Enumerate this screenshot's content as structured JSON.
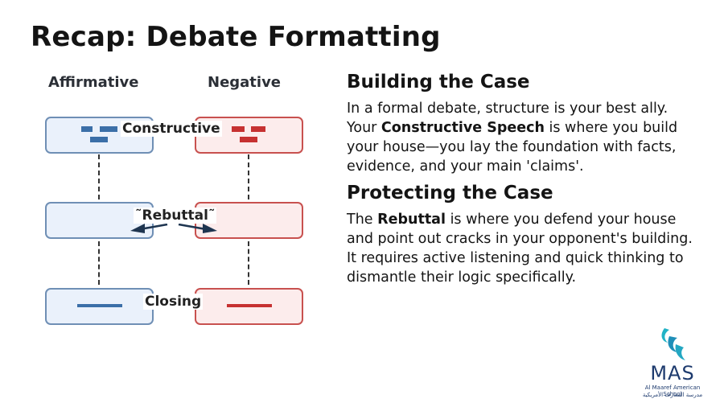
{
  "title": "Recap: Debate Formatting",
  "diagram": {
    "affirmative_label": "Affirmative",
    "negative_label": "Negative",
    "stages": [
      {
        "label": "Constructive"
      },
      {
        "label": "Rebuttal"
      },
      {
        "label": "Closing"
      }
    ],
    "colors": {
      "affirmative": "#3b6fa8",
      "negative": "#c63131"
    }
  },
  "sections": [
    {
      "heading": "Building the Case",
      "text_1": "In a formal debate, structure is your best ally. Your ",
      "bold": "Constructive Speech",
      "text_2": " is where you build your house—you lay the foundation with facts, evidence, and your main 'claims'."
    },
    {
      "heading": "Protecting the Case",
      "text_1": "The ",
      "bold": "Rebuttal",
      "text_2": " is where you defend your house and point out cracks in your opponent's building. It requires active listening and quick thinking to dismantle their logic specifically."
    }
  ],
  "logo": {
    "name": "MAS",
    "subtitle": "Al Maaref American School",
    "arabic": "مدرسة المعارف الأمريكية"
  }
}
